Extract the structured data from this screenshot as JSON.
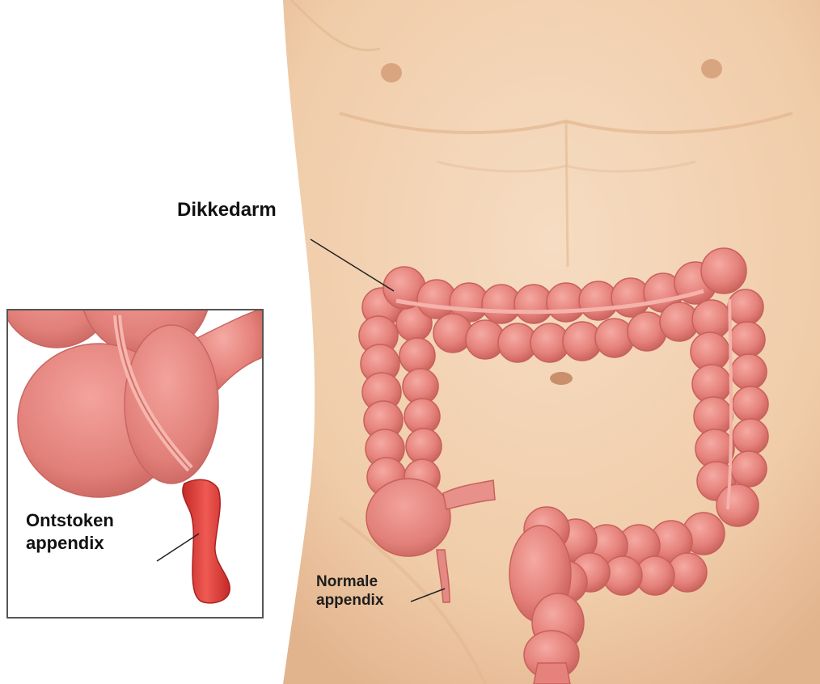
{
  "labels": {
    "colon": "Dikkedarm",
    "inflamed_appendix": [
      "Ontstoken",
      "appendix"
    ],
    "normal_appendix": [
      "Normale",
      "appendix"
    ]
  },
  "colors": {
    "skin": "#f2d2b4",
    "skin_shadow": "#e4b994",
    "colon": "#e8827c",
    "colon_dark": "#c8605b",
    "colon_light": "#f4aaa2",
    "inflamed": "#e0403c",
    "inset_border": "#555555",
    "leader_line": "#222222"
  }
}
